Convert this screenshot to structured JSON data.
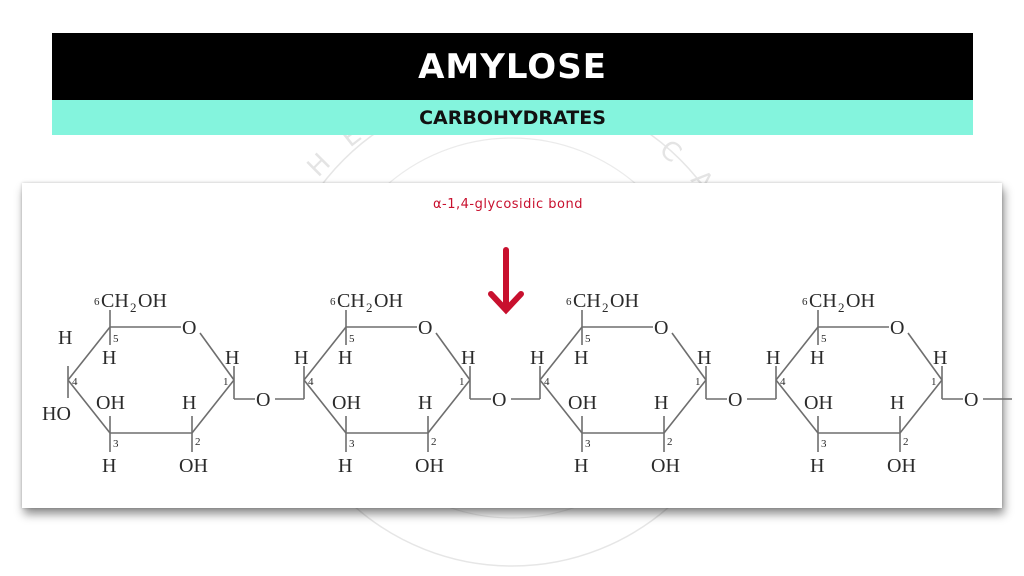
{
  "header": {
    "title": "AMYLOSE",
    "subtitle": "CARBOHYDRATES",
    "title_bg": "#000000",
    "subtitle_bg": "#84f4dd"
  },
  "diagram": {
    "annotation": "α-1,4-glycosidic bond",
    "annotation_color": "#c8102e",
    "arrow_icon": "down-arrow",
    "glucose_units": 4,
    "unit_labels": {
      "c6_group": "CH₂OH",
      "c6_superscript": "6",
      "ring_oxygen": "O",
      "c1_substituent_up": "H",
      "c4_substituent_up": "H",
      "c4_substituent_left_first": "HO",
      "c5_substituent_down": "H",
      "c3_substituent_up": "OH",
      "c3_substituent_down": "H",
      "c2_substituent_up": "H",
      "c2_substituent_down": "OH",
      "bridge_oxygen": "O",
      "carbon_numbers": [
        "1",
        "2",
        "3",
        "4",
        "5"
      ]
    }
  }
}
